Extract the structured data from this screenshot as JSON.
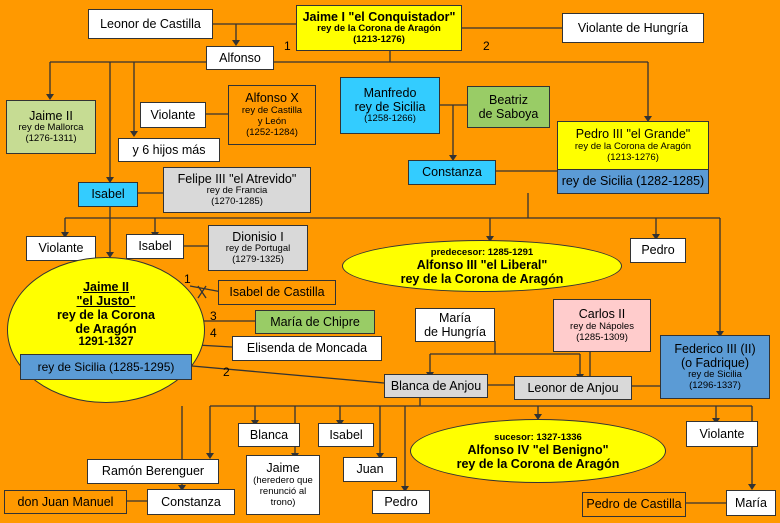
{
  "jaime1": {
    "name": "Jaime I \"el Conquistador\"",
    "title": "rey de la Corona de Aragón",
    "years": "(1213-1276)"
  },
  "leonor_castilla": "Leonor de Castilla",
  "alfonso": "Alfonso",
  "violante_hungria": "Violante de Hungría",
  "marriage_1": "1",
  "marriage_2": "2",
  "jaime2_mallorca": {
    "name": "Jaime II",
    "title": "rey de Mallorca",
    "years": "(1276-1311)"
  },
  "violante": "Violante",
  "alfonso10": {
    "name": "Alfonso X",
    "title1": "rey de Castilla",
    "title2": "y León",
    "years": "(1252-1284)"
  },
  "hijos": "y 6 hijos más",
  "manfredo": {
    "name1": "Manfredo",
    "name2": "rey de Sicilia",
    "years": "(1258-1266)"
  },
  "beatriz": {
    "line1": "Beatriz",
    "line2": "de Saboya"
  },
  "constanza": "Constanza",
  "pedro3": {
    "name": "Pedro III \"el Grande\"",
    "title": "rey de la Corona de Aragón",
    "years": "(1213-1276)",
    "sicilia": "rey de Sicilia (1282-1285)"
  },
  "isabel": "Isabel",
  "felipe3": {
    "name": "Felipe III \"el Atrevido\"",
    "title": "rey de Francia",
    "years": "(1270-1285)"
  },
  "violante2": "Violante",
  "isabel2": "Isabel",
  "dionisio": {
    "name": "Dionisio I",
    "title": "rey de Portugal",
    "years": "(1279-1325)"
  },
  "alfonso3": {
    "pre": "predecesor: 1285-1291",
    "name": "Alfonso III \"el Liberal\"",
    "title": "rey de la Corona de Aragón"
  },
  "pedro": "Pedro",
  "jaime2": {
    "name1": "Jaime II",
    "name2": "\"el Justo\"",
    "title1": "rey de la Corona",
    "title2": "de Aragón",
    "years": "1291-1327",
    "sicilia": "rey de Sicilia (1285-1295)"
  },
  "wife_nums": {
    "n1": "1",
    "n2": "2",
    "n3": "3",
    "n4": "4"
  },
  "isabel_castilla": "Isabel de Castilla",
  "maria_chipre": "María de Chipre",
  "elisenda": "Elisenda de Moncada",
  "maria_hungria": {
    "line1": "María",
    "line2": "de Hungría"
  },
  "carlos2": {
    "name": "Carlos II",
    "title": "rey de Nápoles",
    "years": "(1285-1309)"
  },
  "federico3": {
    "name1": "Federico III (II)",
    "name2": "(o Fadrique)",
    "title": "rey de Sicilia",
    "years": "(1296-1337)"
  },
  "blanca_anjou": "Blanca de Anjou",
  "leonor_anjou": "Leonor de Anjou",
  "blanca": "Blanca",
  "isabel3": "Isabel",
  "alfonso4": {
    "suc": "sucesor: 1327-1336",
    "name": "Alfonso IV \"el Benigno\"",
    "title": "rey de la Corona de Aragón"
  },
  "violante3": "Violante",
  "ramon": "Ramón Berenguer",
  "jaime_heir": {
    "name": "Jaime",
    "l1": "(heredero que",
    "l2": "renunció al",
    "l3": "trono)"
  },
  "juan": "Juan",
  "pedro2": "Pedro",
  "juan_manuel": "don Juan Manuel",
  "constanza2": "Constanza",
  "pedro_castilla": "Pedro de Castilla",
  "maria": "María"
}
